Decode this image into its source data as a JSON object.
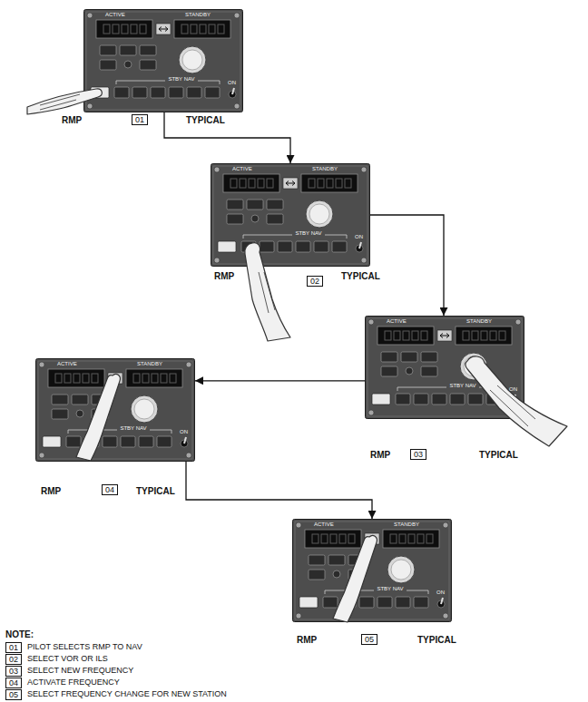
{
  "diagram": {
    "nodes": [
      {
        "text": [
          "ACTIVE",
          "STANDBY",
          "STBY NAV",
          "ON"
        ]
      },
      {
        "text": [
          "ACTIVE",
          "STANDBY",
          "STBY NAV",
          "ON"
        ]
      },
      {
        "text": [
          "ACTIVE",
          "STANDBY",
          "STBY NAV",
          "ON"
        ]
      },
      {
        "text": [
          "ACTIVE",
          "STANDBY",
          "STBY NAV",
          "ON"
        ]
      },
      {
        "text": [
          "ACTIVE",
          "STANDBY",
          "STBY NAV",
          "ON"
        ]
      }
    ],
    "edges": [
      {
        "from": 0,
        "to": 1,
        "arrow": "to"
      },
      {
        "from": 1,
        "to": 2,
        "arrow": "to"
      },
      {
        "from": 2,
        "to": 3,
        "arrow": "to"
      },
      {
        "from": 3,
        "to": 4,
        "arrow": "to"
      }
    ],
    "labels": [
      "RMP",
      "01",
      "TYPICAL",
      "RMP",
      "02",
      "TYPICAL",
      "RMP",
      "03",
      "TYPICAL",
      "RMP",
      "04",
      "TYPICAL",
      "RMP",
      "05",
      "TYPICAL",
      "NOTE:",
      "01",
      "PILOT SELECTS RMP TO NAV",
      "02",
      "SELECT VOR OR ILS",
      "03",
      "SELECT NEW FREQUENCY",
      "04",
      "ACTIVATE FREQUENCY",
      "05",
      "SELECT FREQUENCY CHANGE FOR NEW STATION"
    ]
  }
}
